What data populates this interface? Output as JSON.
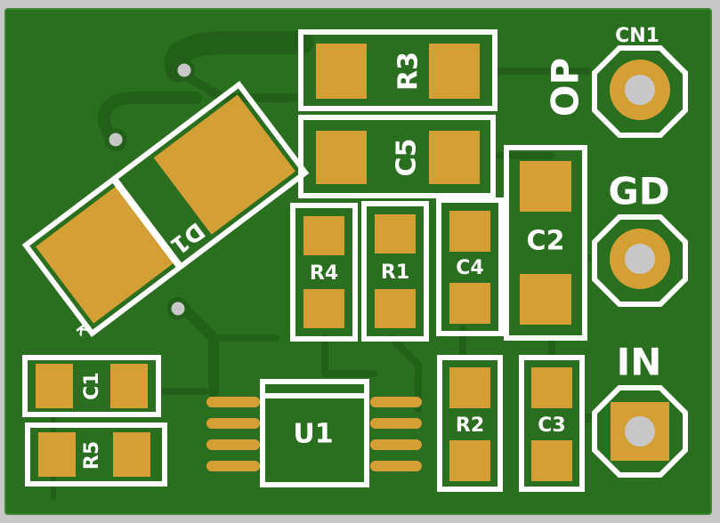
{
  "board": {
    "colors": {
      "background": "#c7c7c7",
      "board": "#2a6e1f",
      "trace": "#236019",
      "pad": "#d4a035",
      "silk": "#ffffff",
      "hole": "#c8c8c8"
    }
  },
  "components": {
    "r3": "R3",
    "c5": "C5",
    "d1": "D1",
    "d1_mark": "K",
    "c2": "C2",
    "r4": "R4",
    "r1": "R1",
    "c4": "C4",
    "c1": "C1",
    "r5": "R5",
    "u1": "U1",
    "r2": "R2",
    "c3": "C3"
  },
  "connectors": {
    "cn1": "CN1",
    "op": "OP",
    "gd": "GD",
    "in": "IN"
  }
}
